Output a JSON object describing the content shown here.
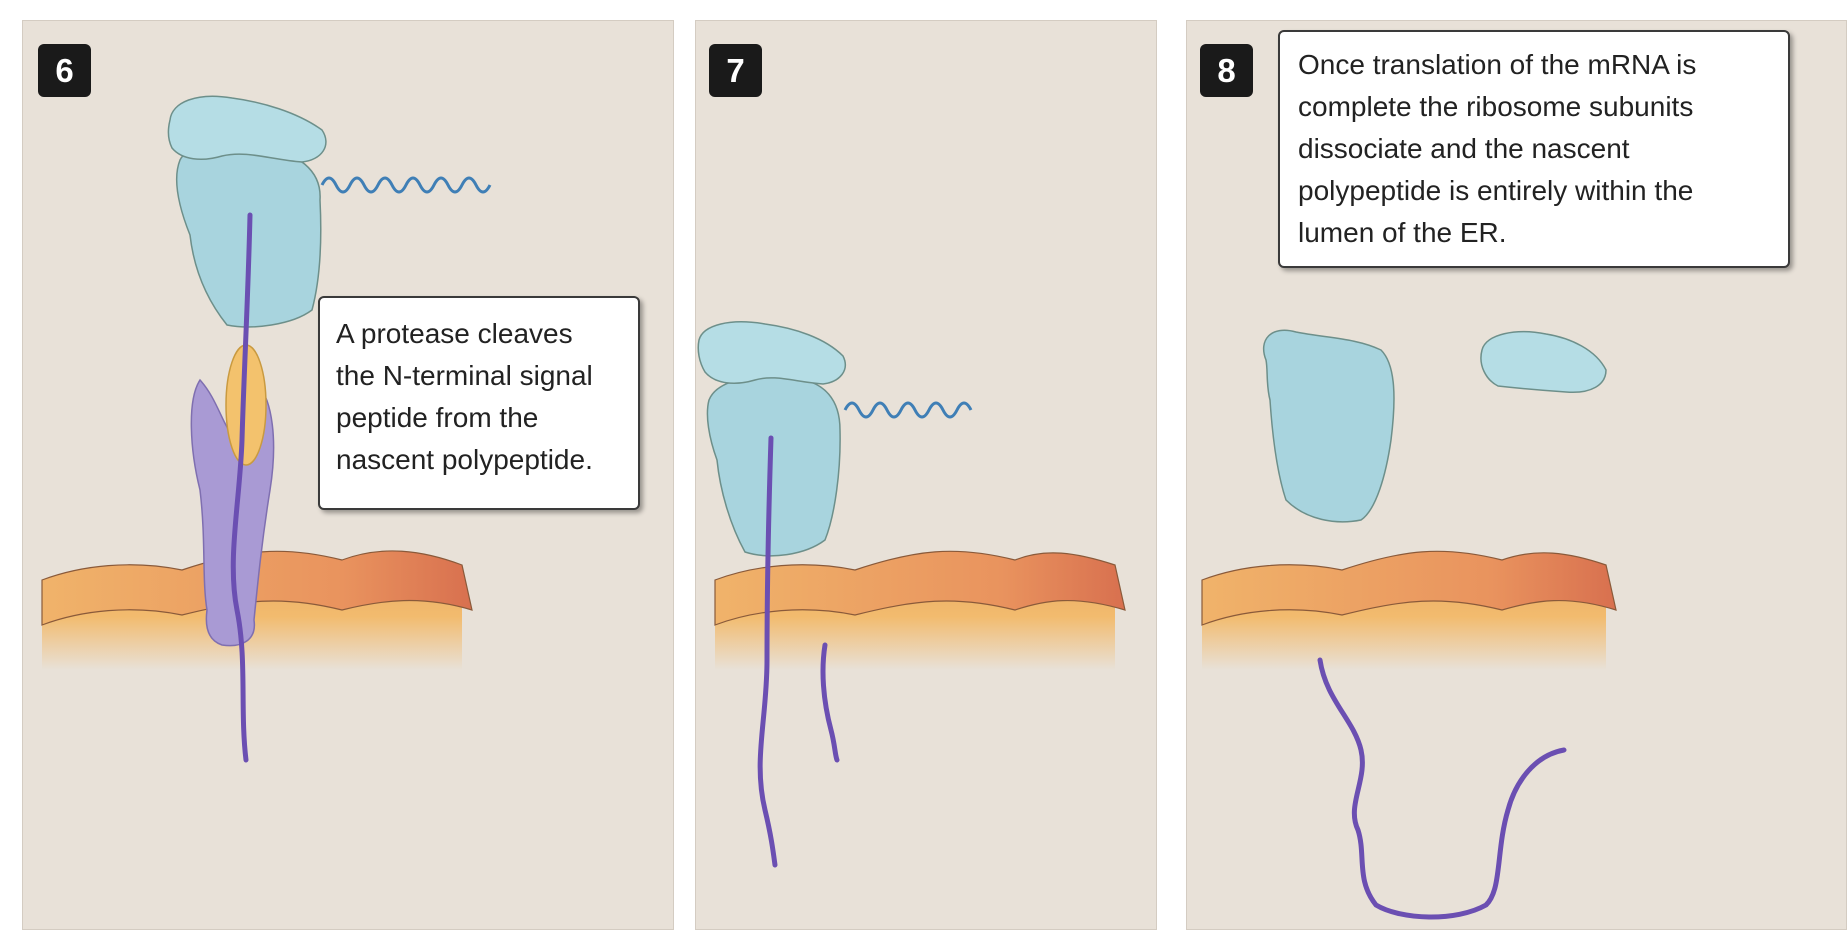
{
  "steps": [
    {
      "number": "6",
      "callout": [
        "A protease cleaves",
        "the N-terminal signal",
        "peptide from the",
        "nascent polypeptide."
      ]
    },
    {
      "number": "7",
      "callout": []
    },
    {
      "number": "8",
      "callout": [
        "Once translation of the mRNA is",
        "complete the ribosome subunits",
        "dissociate and the nascent",
        "polypeptide is entirely within the",
        "lumen of the ER."
      ]
    }
  ],
  "colors": {
    "panel_bg": "#e8e1d8",
    "ribosome": "#a8d4de",
    "mrna": "#3f7fb6",
    "polypeptide": "#6b4fb2",
    "translocon": "#a99ad4",
    "signal_peptidase": "#f3c26d",
    "membrane": "#e9a560",
    "badge": "#1a1a1a"
  }
}
